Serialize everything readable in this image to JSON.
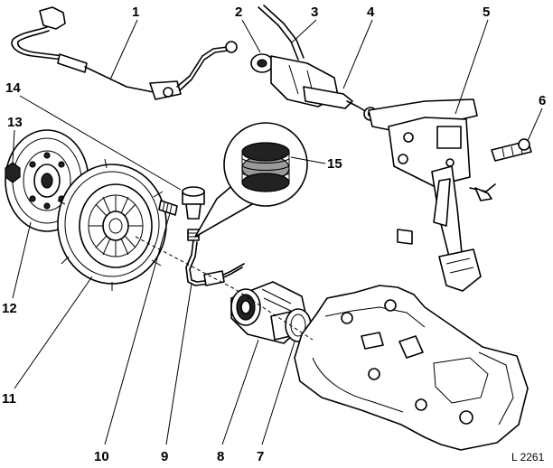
{
  "callouts": {
    "c1": "1",
    "c2": "2",
    "c3": "3",
    "c4": "4",
    "c5": "5",
    "c6": "6",
    "c7": "7",
    "c8": "8",
    "c9": "9",
    "c10": "10",
    "c11": "11",
    "c12": "12",
    "c13": "13",
    "c14": "14",
    "c15": "15"
  },
  "reference_code": "L 2261"
}
